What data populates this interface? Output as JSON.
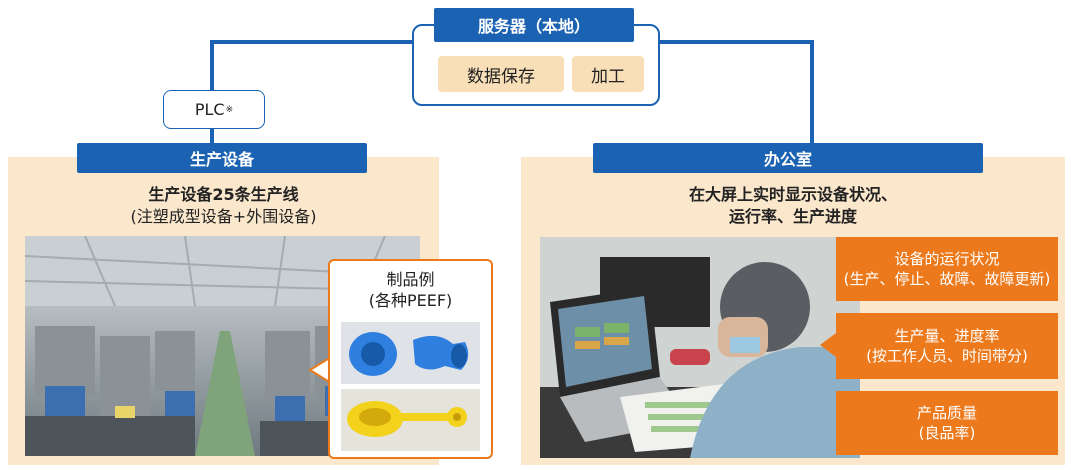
{
  "server": {
    "title": "服务器（本地）",
    "tags": [
      "数据保存",
      "加工"
    ]
  },
  "plc": {
    "label": "PLC",
    "mark": "※"
  },
  "production": {
    "header": "生产设备",
    "title": "生产设备25条生产线",
    "subtitle": "(注塑成型设备+外围设备)",
    "product_box": {
      "title_line1": "制品例",
      "title_line2": "(各种PEEF)"
    }
  },
  "office": {
    "header": "办公室",
    "title_line1": "在大屏上实时显示设备状况、",
    "title_line2": "运行率、生产进度",
    "items": [
      {
        "line1": "设备的运行状况",
        "line2": "(生产、停止、故障、故障更新)"
      },
      {
        "line1": "生产量、进度率",
        "line2": "(按工作人员、时间带分)"
      },
      {
        "line1": "产品质量",
        "line2": "(良品率)"
      }
    ]
  },
  "colors": {
    "blue": "#1b63b2",
    "panel": "#fbe7cc",
    "tag": "#f9dfb8",
    "orange": "#ec7a1c"
  }
}
